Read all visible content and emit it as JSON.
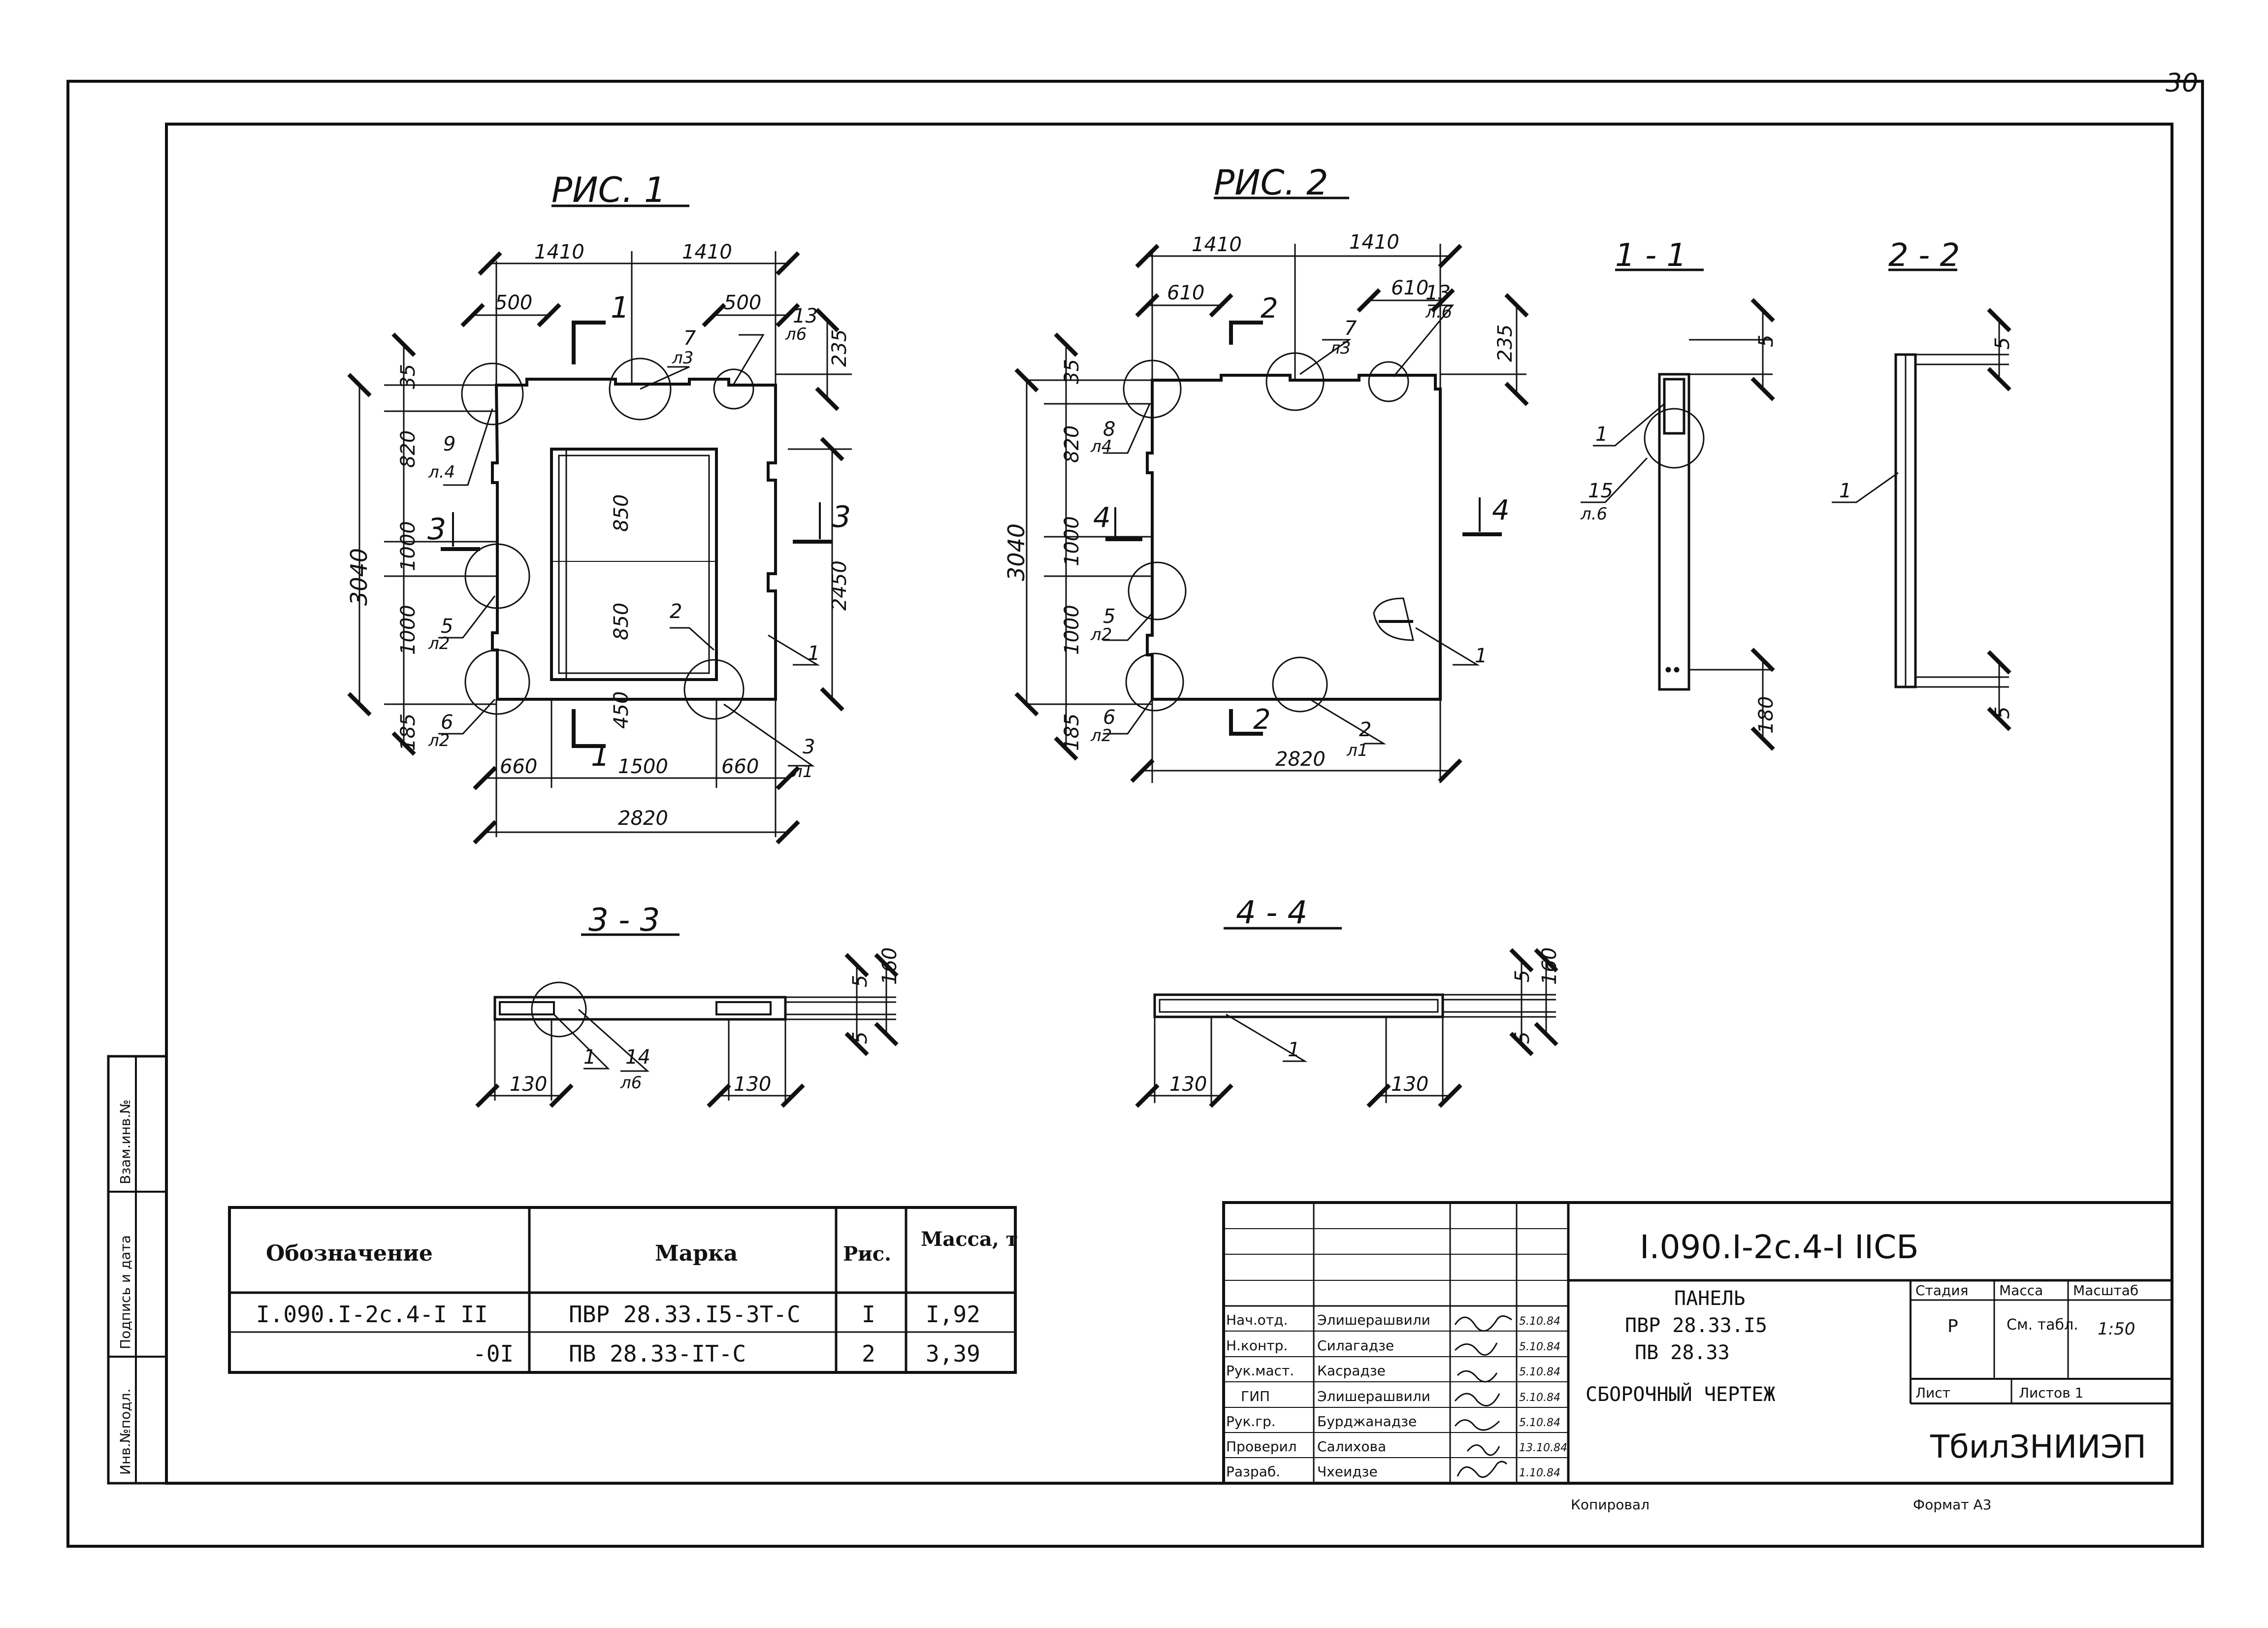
{
  "sheet": {
    "page_number": "30",
    "side_stamp": [
      "Инв.№подл.",
      "Подпись и дата",
      "Взам.инв.№"
    ],
    "footer_left": "Копировал",
    "footer_right": "Формат А3"
  },
  "fig1": {
    "title": "РИС. 1",
    "dims": {
      "top_a": "1410",
      "top_b": "1410",
      "d500a": "500",
      "d500b": "500",
      "h35": "35",
      "h820": "820",
      "h1000a": "1000",
      "h1000b": "1000",
      "h185": "185",
      "total_h": "3040",
      "right_235": "235",
      "right_2450": "2450",
      "in_850a": "850",
      "in_850b": "850",
      "in_450": "450",
      "b660a": "660",
      "b1500": "1500",
      "b660b": "660",
      "total_w": "2820"
    },
    "sections": {
      "s1_top": "1",
      "s1_bot": "1",
      "s3_left": "3",
      "s3_right": "3"
    },
    "callouts": [
      {
        "num": "9",
        "sheet": "л.4"
      },
      {
        "num": "5",
        "sheet": "л2"
      },
      {
        "num": "6",
        "sheet": "л2"
      },
      {
        "num": "7",
        "sheet": "л3"
      },
      {
        "num": "13",
        "sheet": "л6"
      },
      {
        "num": "2",
        "sheet": ""
      },
      {
        "num": "1",
        "sheet": ""
      },
      {
        "num": "3",
        "sheet": "л1"
      }
    ]
  },
  "fig2": {
    "title": "РИС. 2",
    "dims": {
      "top_a": "1410",
      "top_b": "1410",
      "d610a": "610",
      "d610b": "610",
      "h35": "35",
      "h820": "820",
      "h1000a": "1000",
      "h1000b": "1000",
      "h185": "185",
      "total_h": "3040",
      "right_235": "235",
      "total_w": "2820"
    },
    "sections": {
      "s2_top": "2",
      "s2_bot": "2",
      "s4_left": "4",
      "s4_right": "4"
    },
    "callouts": [
      {
        "num": "8",
        "sheet": "л4"
      },
      {
        "num": "5",
        "sheet": "л2"
      },
      {
        "num": "6",
        "sheet": "л2"
      },
      {
        "num": "7",
        "sheet": "л3"
      },
      {
        "num": "13",
        "sheet": "л.6"
      },
      {
        "num": "2",
        "sheet": "л1"
      },
      {
        "num": "1",
        "sheet": ""
      }
    ]
  },
  "sec11": {
    "title": "1 - 1",
    "d5": "5",
    "d180": "180",
    "c1": "1",
    "c15": "15",
    "c15_sheet": "л.6"
  },
  "sec22": {
    "title": "2 - 2",
    "d5a": "5",
    "d5b": "5",
    "c1": "1"
  },
  "sec33": {
    "title": "3 - 3",
    "d5a": "5",
    "d5b": "5",
    "d160": "160",
    "d130a": "130",
    "d130b": "130",
    "c1": "1",
    "c14": "14",
    "c14_sheet": "л6"
  },
  "sec44": {
    "title": "4 - 4",
    "d5a": "5",
    "d5b": "5",
    "d160": "160",
    "d130a": "130",
    "d130b": "130",
    "c1": "1"
  },
  "spec_table": {
    "headers": [
      "Обозначение",
      "Марка",
      "Рис.",
      "Масса, т"
    ],
    "rows": [
      [
        "I.090.I-2с.4-I II",
        "ПВР 28.33.I5-3Т-С",
        "I",
        "I,92"
      ],
      [
        "-0I",
        "ПВ 28.33-IТ-С",
        "2",
        "3,39"
      ]
    ]
  },
  "title_block": {
    "doc_code": "I.090.I-2с.4-I IIСБ",
    "name_lines": [
      "ПАНЕЛЬ",
      "ПВР 28.33.I5",
      "ПВ 28.33",
      "СБОРОЧНЫЙ ЧЕРТЕЖ"
    ],
    "roles": [
      {
        "role": "Нач.отд.",
        "name": "Элишерашвили",
        "date": "5.10.84"
      },
      {
        "role": "Н.контр.",
        "name": "Силагадзе",
        "date": "5.10.84"
      },
      {
        "role": "Рук.маст.",
        "name": "Касрадзе",
        "date": "5.10.84"
      },
      {
        "role": "ГИП",
        "name": "Элишерашвили",
        "date": "5.10.84"
      },
      {
        "role": "Рук.гр.",
        "name": "Бурджанадзе",
        "date": "5.10.84"
      },
      {
        "role": "Проверил",
        "name": "Салихова",
        "date": "13.10.84"
      },
      {
        "role": "Разраб.",
        "name": "Чхеидзе",
        "date": "1.10.84"
      }
    ],
    "stage_label": "Стадия",
    "mass_label": "Масса",
    "scale_label": "Масштаб",
    "stage": "Р",
    "mass": "См. табл.",
    "scale": "1:50",
    "sheet_label": "Лист",
    "sheets_label": "Листов 1",
    "org": "ТбилЗНИИЭП"
  }
}
